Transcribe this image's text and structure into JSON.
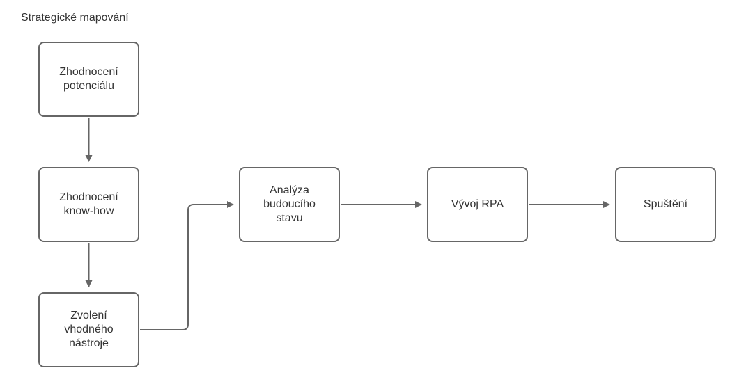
{
  "diagram": {
    "title": "Strategické mapování",
    "colors": {
      "background": "#ffffff",
      "node_border": "#666666",
      "edge": "#666666",
      "text": "#333333"
    },
    "nodes": [
      {
        "id": "zhodnoceni-potencialu",
        "label": "Zhodnocení\npotenciálu"
      },
      {
        "id": "zhodnoceni-know-how",
        "label": "Zhodnocení\nknow-how"
      },
      {
        "id": "zvoleni-vhodneho-nastroje",
        "label": "Zvolení\nvhodného\nnástroje"
      },
      {
        "id": "analyza-budouciho-stavu",
        "label": "Analýza\nbudoucího\nstavu"
      },
      {
        "id": "vyvoj-rpa",
        "label": "Vývoj RPA"
      },
      {
        "id": "spusteni",
        "label": "Spuštění"
      }
    ],
    "edges": [
      {
        "from": "zhodnoceni-potencialu",
        "to": "zhodnoceni-know-how"
      },
      {
        "from": "zhodnoceni-know-how",
        "to": "zvoleni-vhodneho-nastroje"
      },
      {
        "from": "zvoleni-vhodneho-nastroje",
        "to": "analyza-budouciho-stavu"
      },
      {
        "from": "analyza-budouciho-stavu",
        "to": "vyvoj-rpa"
      },
      {
        "from": "vyvoj-rpa",
        "to": "spusteni"
      }
    ]
  }
}
